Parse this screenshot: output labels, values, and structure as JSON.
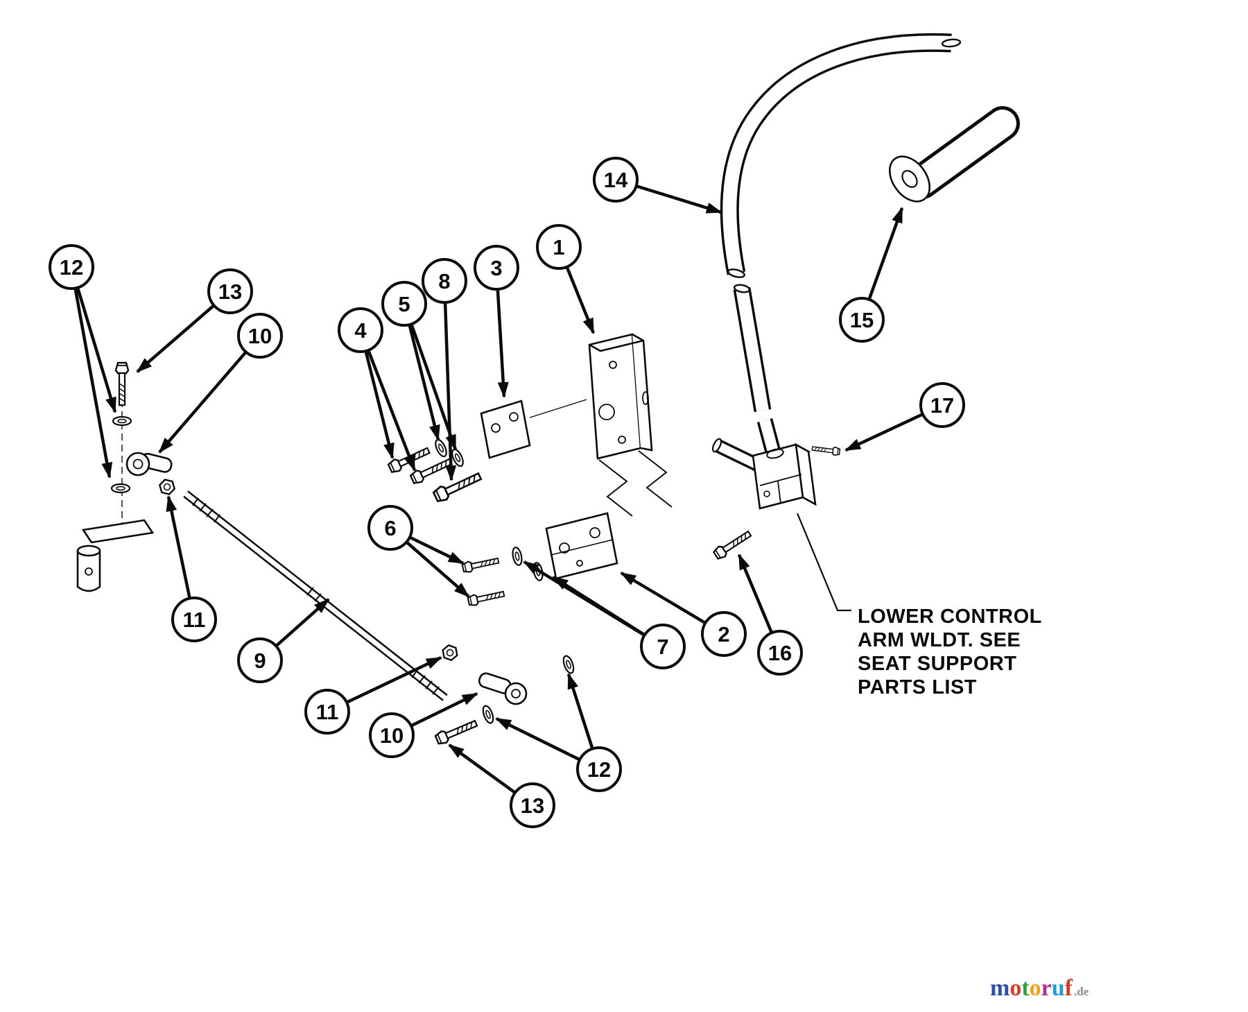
{
  "diagram": {
    "type": "exploded-parts-diagram",
    "line_color": "#0a0a0a",
    "background": "#ffffff"
  },
  "callouts": [
    {
      "label": "12"
    },
    {
      "label": "13"
    },
    {
      "label": "10"
    },
    {
      "label": "4"
    },
    {
      "label": "5"
    },
    {
      "label": "8"
    },
    {
      "label": "3"
    },
    {
      "label": "1"
    },
    {
      "label": "14"
    },
    {
      "label": "15"
    },
    {
      "label": "17"
    },
    {
      "label": "6"
    },
    {
      "label": "11"
    },
    {
      "label": "9"
    },
    {
      "label": "7"
    },
    {
      "label": "2"
    },
    {
      "label": "16"
    },
    {
      "label": "11"
    },
    {
      "label": "10"
    },
    {
      "label": "12"
    },
    {
      "label": "13"
    }
  ],
  "note": {
    "lines": [
      "LOWER CONTROL",
      "ARM WLDT. SEE",
      "SEAT SUPPORT",
      "PARTS LIST"
    ]
  },
  "logo": {
    "letters": [
      {
        "char": "m",
        "color": "#2b4ea8"
      },
      {
        "char": "o",
        "color": "#d43d2a"
      },
      {
        "char": "t",
        "color": "#2f9e41"
      },
      {
        "char": "o",
        "color": "#f2a11a"
      },
      {
        "char": "r",
        "color": "#b0308f"
      },
      {
        "char": "u",
        "color": "#1f9bd7"
      },
      {
        "char": "f",
        "color": "#d43d2a"
      }
    ],
    "suffix": ".de",
    "suffix_color": "#8a8a8a"
  }
}
